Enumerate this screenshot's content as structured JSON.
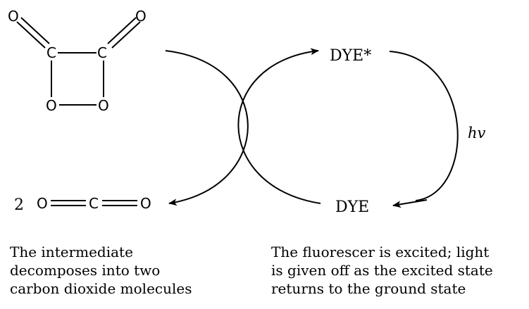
{
  "molecule": {
    "atoms": {
      "o_top_left": "O",
      "o_top_right": "O",
      "c_left": "C",
      "c_right": "C",
      "o_ring_left": "O",
      "o_ring_right": "O"
    },
    "product": {
      "coefficient": "2",
      "o_left": "O",
      "c": "C",
      "o_right": "O"
    }
  },
  "cycle": {
    "excited_label": "DYE*",
    "ground_label": "DYE",
    "emission_label": "hv"
  },
  "captions": {
    "left": [
      "The intermediate",
      "decomposes into two",
      "carbon dioxide molecules"
    ],
    "right": [
      "The fluorescer is excited; light",
      "is given off as the excited state",
      "returns to the ground state"
    ]
  }
}
